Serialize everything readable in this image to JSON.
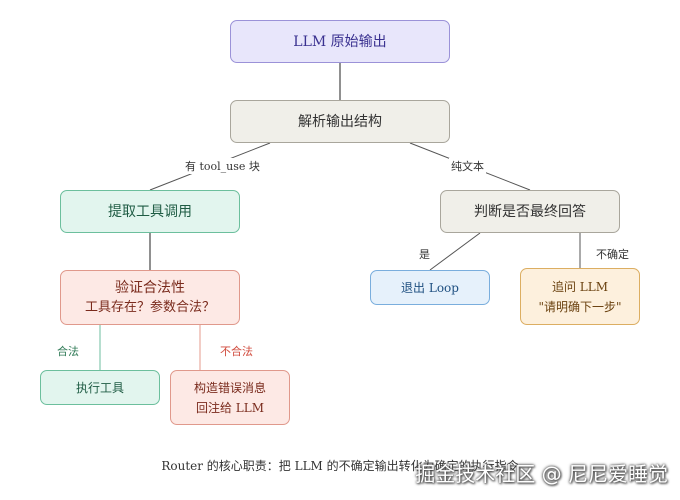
{
  "nodes": {
    "llm_output": "LLM 原始输出",
    "parse": "解析输出结构",
    "extract": "提取工具调用",
    "judge": "判断是否最终回答",
    "validate_line1": "验证合法性",
    "validate_line2": "工具存在？参数合法？",
    "exit_loop": "退出 Loop",
    "ask_line1": "追问 LLM",
    "ask_line2": "\"请明确下一步\"",
    "execute": "执行工具",
    "build_line1": "构造错误消息",
    "build_line2": "回注给 LLM"
  },
  "edge_labels": {
    "tool_use": "有 tool_use 块",
    "plain_text": "纯文本",
    "yes": "是",
    "unsure": "不确定",
    "legal": "合法",
    "illegal": "不合法"
  },
  "caption": "Router 的核心职责：把 LLM 的不确定输出转化为确定的执行指令",
  "watermark": "掘金技术社区 @ 尼尼爱睡觉",
  "colors": {
    "edge": "#555555",
    "legal_edge": "#8fcdb5",
    "illegal_edge": "#eab2a8"
  }
}
